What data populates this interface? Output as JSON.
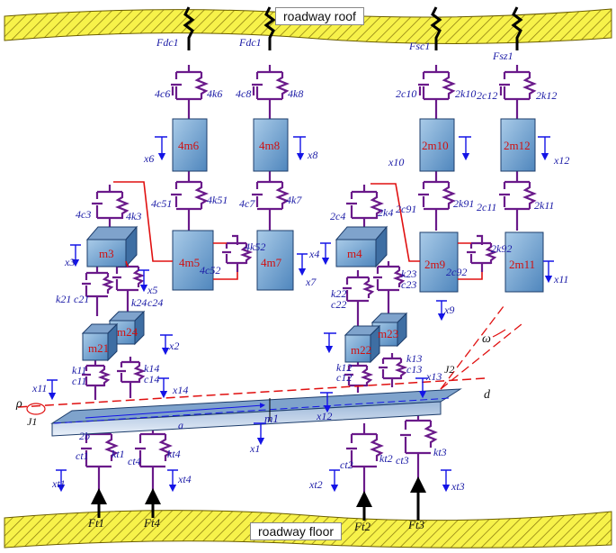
{
  "roof_label": "roadway roof",
  "floor_label": "roadway floor",
  "forces": {
    "F_dc1_a": "Fdc1",
    "F_dc1_b": "Fdc1",
    "F_sc1": "Fsc1",
    "F_sz1": "Fsz1",
    "F_t1": "Ft1",
    "F_t4": "Ft4",
    "F_t2": "Ft2",
    "F_t3": "Ft3"
  },
  "masses": {
    "m6": "4m6",
    "m8": "4m8",
    "m10": "2m10",
    "m12": "2m12",
    "m5": "4m5",
    "m7": "4m7",
    "m9": "2m9",
    "m11": "2m11",
    "m3": "m3",
    "m4": "m4",
    "m21": "m21",
    "m24": "m24",
    "m22": "m22",
    "m23": "m23",
    "m1": "m1"
  },
  "springs": {
    "c6k6": "4c6",
    "k6": "4k6",
    "c8": "4c8",
    "k8": "4k8",
    "c10": "2c10",
    "k10": "2k10",
    "c12": "2c12",
    "k12": "2k12",
    "c51": "4c51",
    "k51": "4k51",
    "c7": "4c7",
    "k7": "4k7",
    "c91": "2c91",
    "k91": "2k91",
    "c11": "2c11",
    "k11": "2k11",
    "c3": "4c3",
    "k3": "4k3",
    "c4": "2c4",
    "k4": "2k4",
    "c52": "4c52",
    "k52": "4k52",
    "c92": "2c92",
    "k92": "2k92",
    "k21": "k21",
    "c21": "c21",
    "k24": "k24",
    "c24": "c24",
    "k22": "k22",
    "c22": "c22",
    "k23": "k23",
    "c23": "c23",
    "k11b": "k11",
    "c11b": "c11",
    "k14": "k14",
    "c14": "c14",
    "k12b": "k12",
    "c12b": "c12",
    "k13": "k13",
    "c13": "c13",
    "ct1": "ct1",
    "kt1": "kt1",
    "ct4": "ct4",
    "kt4": "kt4",
    "ct2": "ct2",
    "kt2": "kt2",
    "ct3": "ct3",
    "kt3": "kt3"
  },
  "coords": {
    "x6": "x6",
    "x8": "x8",
    "x10": "x10",
    "x12": "x12",
    "x3": "x3",
    "x5": "x5",
    "x7": "x7",
    "x4": "x4",
    "x9": "x9",
    "x11": "x11",
    "x2": "x2",
    "x11b": "x11",
    "x14": "x14",
    "x12b": "x12",
    "x13": "x13",
    "x1": "x1",
    "xt1": "xt1",
    "xt4": "xt4",
    "xt2": "xt2",
    "xt3": "xt3"
  },
  "params": {
    "rho": "ρ",
    "J1": "J1",
    "J2": "J2",
    "two_b": "2b",
    "a": "a",
    "d": "d",
    "omega": "ω"
  }
}
